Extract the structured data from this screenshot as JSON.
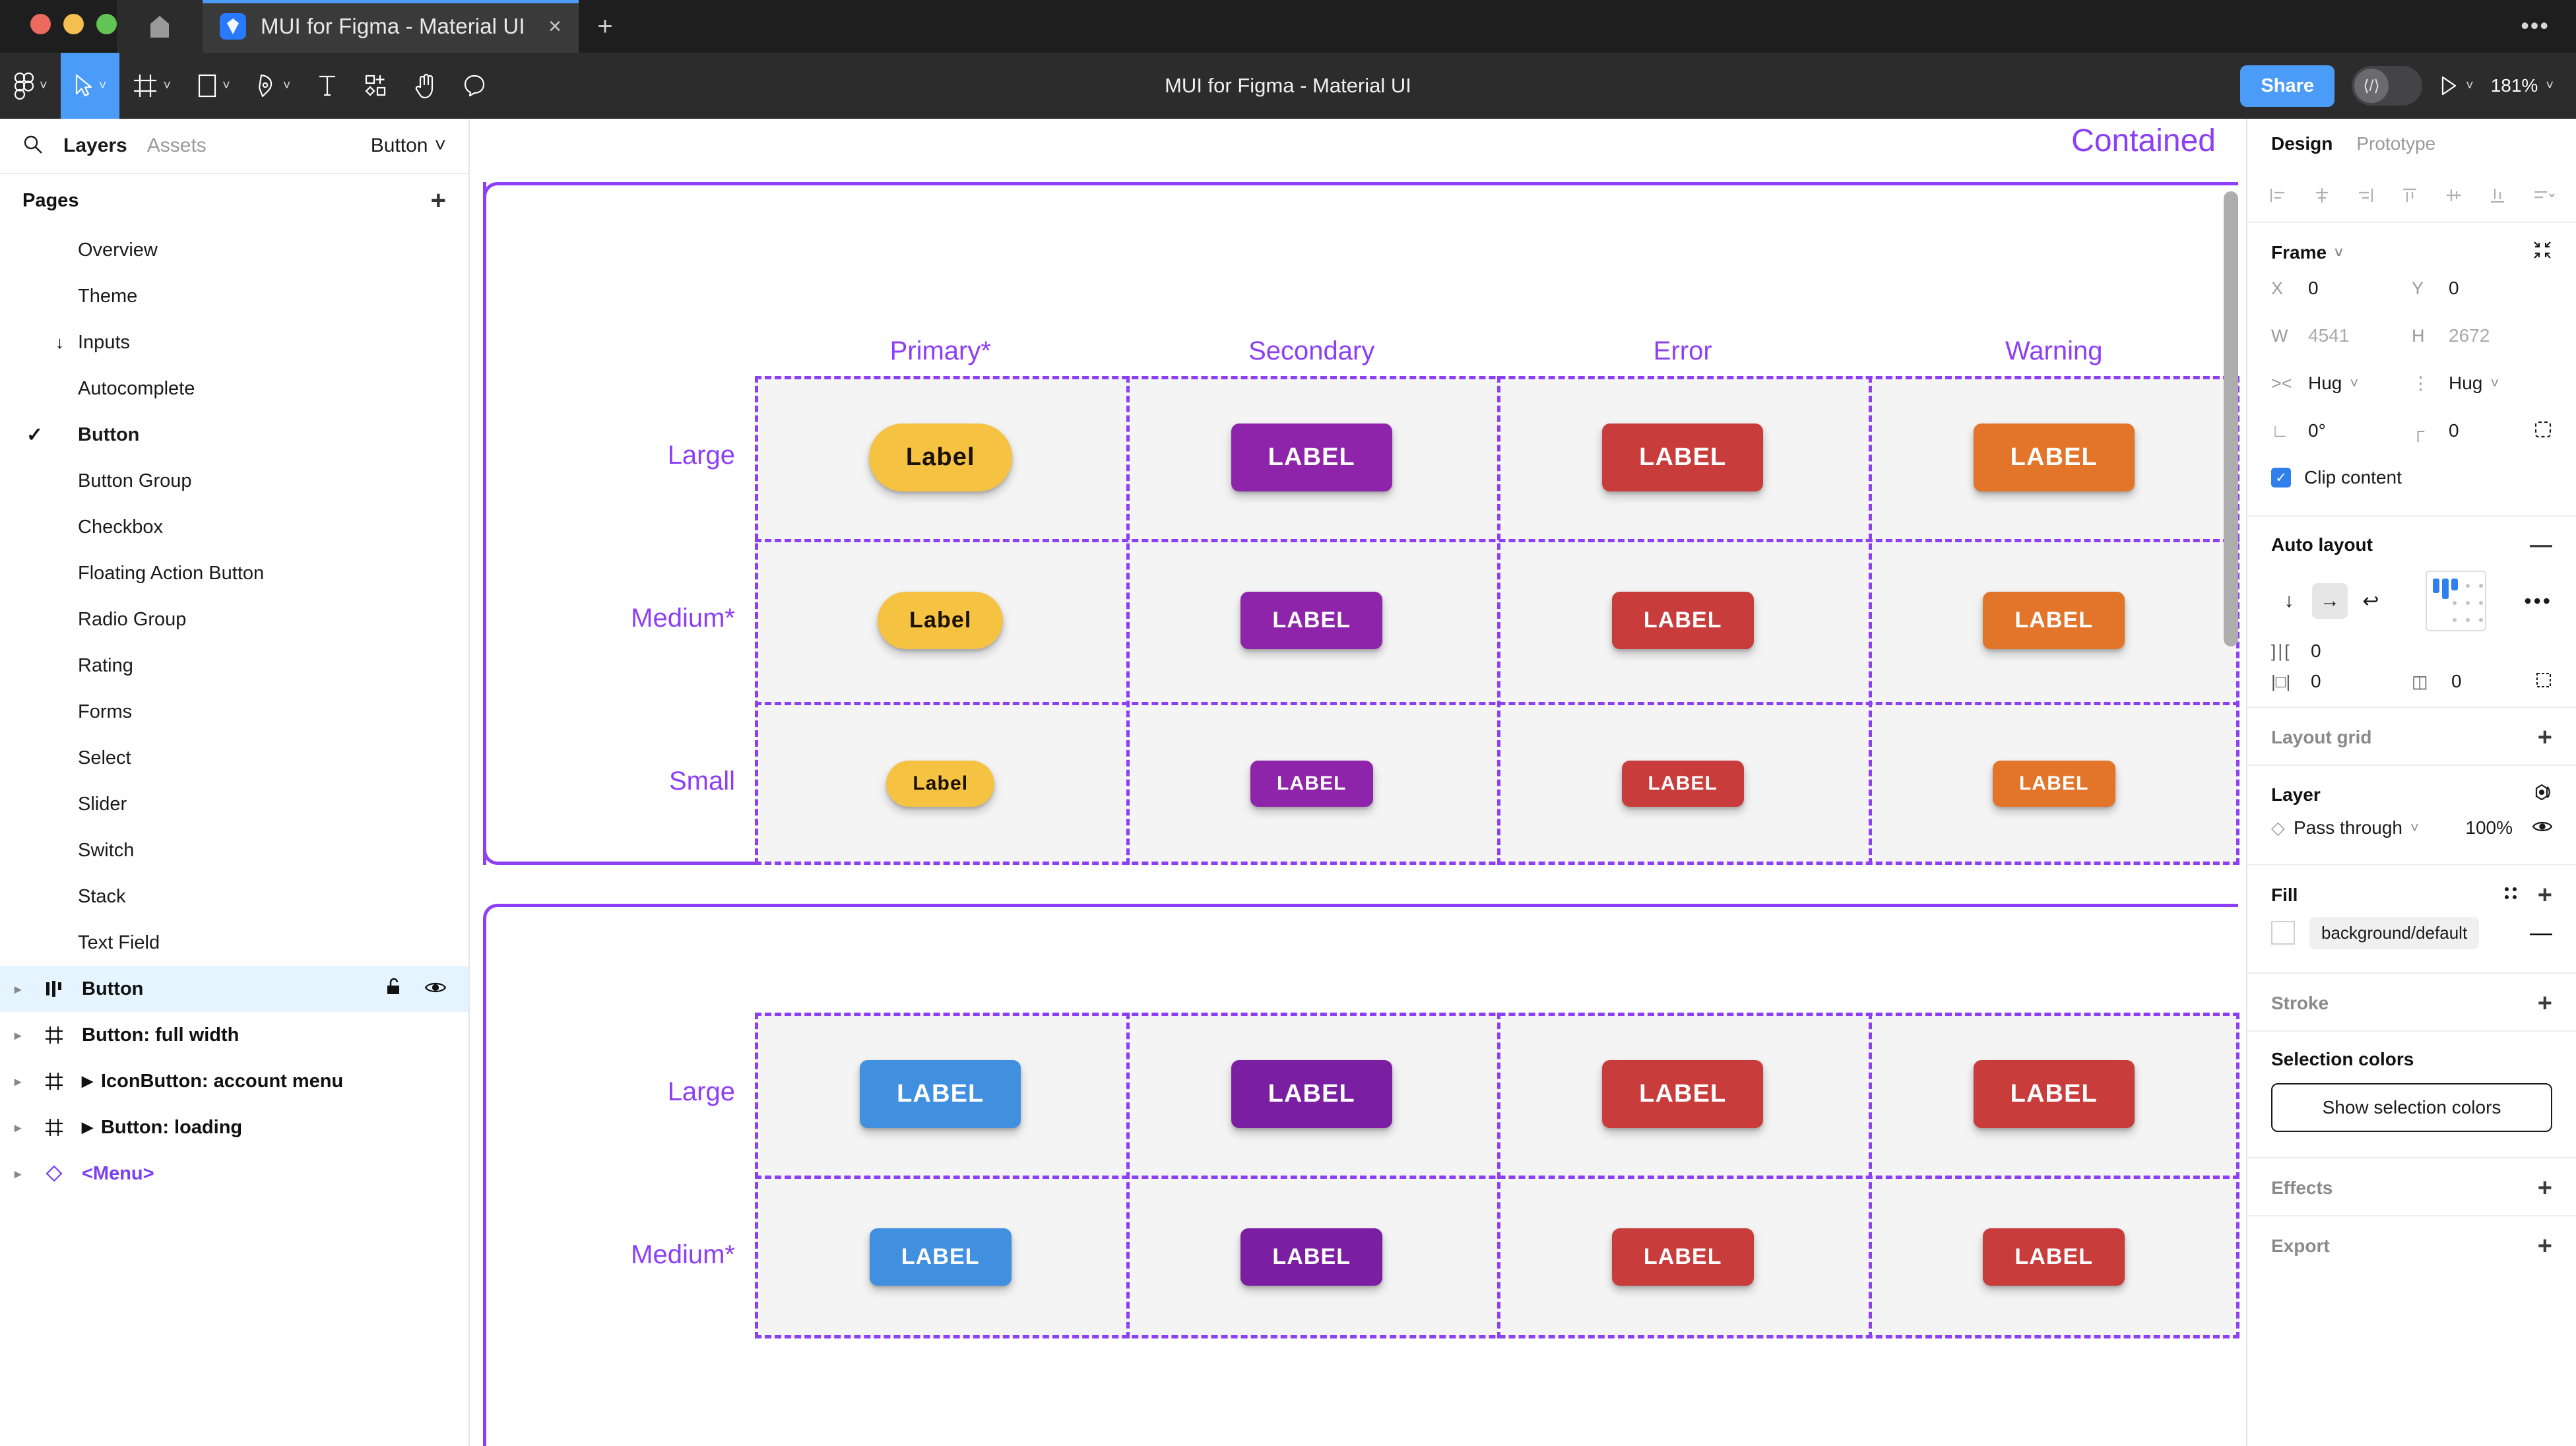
{
  "window": {
    "tab_title": "MUI for Figma - Material UI",
    "close_glyph": "×",
    "newtab_glyph": "+",
    "ellipsis": "•••"
  },
  "toolbar": {
    "document_title": "MUI for Figma - Material UI",
    "share_label": "Share",
    "code_glyph": "⟨/⟩",
    "zoom_level": "181%",
    "tools": [
      {
        "name": "figma-menu-icon",
        "caret": true
      },
      {
        "name": "move-tool-icon",
        "caret": true,
        "active": true
      },
      {
        "name": "frame-tool-icon",
        "caret": true
      },
      {
        "name": "shape-tool-icon",
        "caret": true
      },
      {
        "name": "pen-tool-icon",
        "caret": true
      },
      {
        "name": "text-tool-icon",
        "caret": false
      },
      {
        "name": "resources-tool-icon",
        "caret": false
      },
      {
        "name": "hand-tool-icon",
        "caret": false
      },
      {
        "name": "comment-tool-icon",
        "caret": false
      }
    ]
  },
  "left_panel": {
    "tab_layers": "Layers",
    "tab_assets": "Assets",
    "page_selector": "Button",
    "pages_title": "Pages",
    "pages": [
      {
        "label": "Overview",
        "level": 1,
        "checked": false,
        "bold": false,
        "arrow": ""
      },
      {
        "label": "Theme",
        "level": 1,
        "checked": false,
        "bold": false,
        "arrow": ""
      },
      {
        "label": "Inputs",
        "level": 1,
        "checked": false,
        "bold": false,
        "arrow": "↓"
      },
      {
        "label": "Autocomplete",
        "level": 2,
        "checked": false,
        "bold": false,
        "arrow": ""
      },
      {
        "label": "Button",
        "level": 2,
        "checked": true,
        "bold": true,
        "arrow": ""
      },
      {
        "label": "Button Group",
        "level": 2,
        "checked": false,
        "bold": false,
        "arrow": ""
      },
      {
        "label": "Checkbox",
        "level": 2,
        "checked": false,
        "bold": false,
        "arrow": ""
      },
      {
        "label": "Floating Action Button",
        "level": 2,
        "checked": false,
        "bold": false,
        "arrow": ""
      },
      {
        "label": "Radio Group",
        "level": 2,
        "checked": false,
        "bold": false,
        "arrow": ""
      },
      {
        "label": "Rating",
        "level": 2,
        "checked": false,
        "bold": false,
        "arrow": ""
      },
      {
        "label": "Forms",
        "level": 2,
        "checked": false,
        "bold": false,
        "arrow": ""
      },
      {
        "label": "Select",
        "level": 2,
        "checked": false,
        "bold": false,
        "arrow": ""
      },
      {
        "label": "Slider",
        "level": 2,
        "checked": false,
        "bold": false,
        "arrow": ""
      },
      {
        "label": "Switch",
        "level": 2,
        "checked": false,
        "bold": false,
        "arrow": ""
      },
      {
        "label": "Stack",
        "level": 2,
        "checked": false,
        "bold": false,
        "arrow": ""
      },
      {
        "label": "Text Field",
        "level": 2,
        "checked": false,
        "bold": false,
        "arrow": ""
      }
    ],
    "layers": [
      {
        "label": "Button",
        "icon": "component-set-icon",
        "selected": true,
        "expander": false,
        "lock": true,
        "eye": true
      },
      {
        "label": "Button: full width",
        "icon": "frame-icon",
        "selected": false,
        "expander": false,
        "lock": false,
        "eye": false
      },
      {
        "label": "IconButton: account menu",
        "icon": "frame-icon",
        "selected": false,
        "expander": true,
        "lock": false,
        "eye": false
      },
      {
        "label": "Button: loading",
        "icon": "frame-icon",
        "selected": false,
        "expander": true,
        "lock": false,
        "eye": false
      },
      {
        "label": "<Menu>",
        "icon": "instance-icon",
        "selected": false,
        "expander": false,
        "lock": false,
        "eye": false,
        "purple": true
      }
    ]
  },
  "canvas": {
    "container_label": "Contained",
    "accent_color": "#8c3ff5",
    "column_headers": [
      "Primary*",
      "Secondary",
      "Error",
      "Warning"
    ],
    "groups": [
      {
        "rows": [
          {
            "size_label": "Large",
            "buttons": [
              {
                "label": "Label",
                "color": "#f5c242",
                "text_color": "#1b1100",
                "shape": "pill",
                "size": "lg"
              },
              {
                "label": "LABEL",
                "color": "#8e24aa",
                "text_color": "#ffffff",
                "shape": "rounded",
                "size": "lg"
              },
              {
                "label": "LABEL",
                "color": "#c93c3c",
                "text_color": "#ffffff",
                "shape": "rounded",
                "size": "lg"
              },
              {
                "label": "LABEL",
                "color": "#e2752a",
                "text_color": "#ffffff",
                "shape": "rounded",
                "size": "lg"
              }
            ]
          },
          {
            "size_label": "Medium*",
            "buttons": [
              {
                "label": "Label",
                "color": "#f5c242",
                "text_color": "#1b1100",
                "shape": "pill",
                "size": "md"
              },
              {
                "label": "LABEL",
                "color": "#8e24aa",
                "text_color": "#ffffff",
                "shape": "rounded",
                "size": "md"
              },
              {
                "label": "LABEL",
                "color": "#c93c3c",
                "text_color": "#ffffff",
                "shape": "rounded",
                "size": "md"
              },
              {
                "label": "LABEL",
                "color": "#e2752a",
                "text_color": "#ffffff",
                "shape": "rounded",
                "size": "md"
              }
            ]
          },
          {
            "size_label": "Small",
            "buttons": [
              {
                "label": "Label",
                "color": "#f5c242",
                "text_color": "#1b1100",
                "shape": "pill",
                "size": "sm"
              },
              {
                "label": "LABEL",
                "color": "#8e24aa",
                "text_color": "#ffffff",
                "shape": "rounded",
                "size": "sm"
              },
              {
                "label": "LABEL",
                "color": "#c93c3c",
                "text_color": "#ffffff",
                "shape": "rounded",
                "size": "sm"
              },
              {
                "label": "LABEL",
                "color": "#e2752a",
                "text_color": "#ffffff",
                "shape": "rounded",
                "size": "sm"
              }
            ]
          }
        ]
      },
      {
        "rows": [
          {
            "size_label": "Large",
            "buttons": [
              {
                "label": "LABEL",
                "color": "#4190e0",
                "text_color": "#ffffff",
                "shape": "rounded",
                "size": "lg"
              },
              {
                "label": "LABEL",
                "color": "#7b1fa2",
                "text_color": "#ffffff",
                "shape": "rounded",
                "size": "lg"
              },
              {
                "label": "LABEL",
                "color": "#c93c3c",
                "text_color": "#ffffff",
                "shape": "rounded",
                "size": "lg"
              },
              {
                "label": "LABEL",
                "color": "#c93c3c",
                "text_color": "#ffffff",
                "shape": "rounded",
                "size": "lg"
              }
            ]
          },
          {
            "size_label": "Medium*",
            "buttons": [
              {
                "label": "LABEL",
                "color": "#4190e0",
                "text_color": "#ffffff",
                "shape": "rounded",
                "size": "md"
              },
              {
                "label": "LABEL",
                "color": "#7b1fa2",
                "text_color": "#ffffff",
                "shape": "rounded",
                "size": "md"
              },
              {
                "label": "LABEL",
                "color": "#c93c3c",
                "text_color": "#ffffff",
                "shape": "rounded",
                "size": "md"
              },
              {
                "label": "LABEL",
                "color": "#c93c3c",
                "text_color": "#ffffff",
                "shape": "rounded",
                "size": "md"
              }
            ]
          }
        ]
      }
    ]
  },
  "right_panel": {
    "tab_design": "Design",
    "tab_prototype": "Prototype",
    "frame": {
      "title": "Frame",
      "x_label": "X",
      "x_value": "0",
      "y_label": "Y",
      "y_value": "0",
      "w_label": "W",
      "w_value": "4541",
      "h_label": "H",
      "h_value": "2672",
      "hug_h": "Hug",
      "hug_v": "Hug",
      "rotation": "0°",
      "corner_radius": "0",
      "clip_content_label": "Clip content",
      "clip_content_checked": true
    },
    "auto_layout": {
      "title": "Auto layout",
      "direction_vertical": "↓",
      "direction_horizontal": "→",
      "direction_wrap": "↩",
      "gap": "0",
      "padding_h": "0",
      "padding_v": "0",
      "more": "•••"
    },
    "layout_grid": {
      "title": "Layout grid"
    },
    "layer": {
      "title": "Layer",
      "blend_mode": "Pass through",
      "opacity": "100%"
    },
    "fill": {
      "title": "Fill",
      "token": "background/default"
    },
    "stroke": {
      "title": "Stroke"
    },
    "selection_colors": {
      "title": "Selection colors",
      "button_label": "Show selection colors"
    },
    "effects": {
      "title": "Effects"
    },
    "export": {
      "title": "Export"
    }
  }
}
